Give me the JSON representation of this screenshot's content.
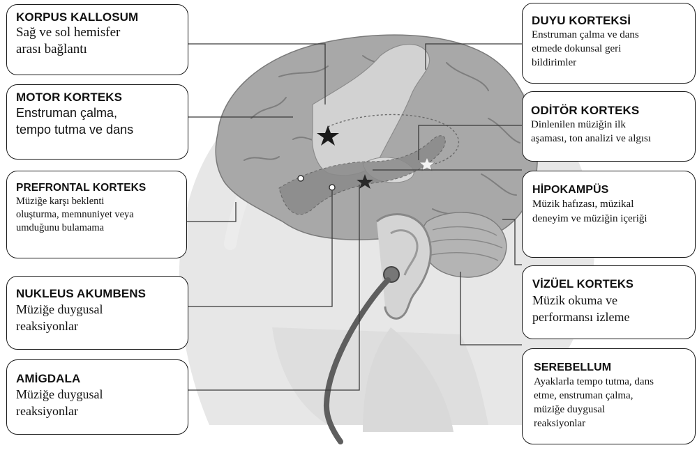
{
  "diagram": {
    "boxes": {
      "korpus_kallosum": {
        "title": "KORPUS KALLOSUM",
        "desc": "Sağ ve sol hemisfer\narası bağlantı"
      },
      "motor_korteks": {
        "title": "MOTOR KORTEKS",
        "desc": "Enstruman çalma,\ntempo tutma ve dans"
      },
      "prefrontal_korteks": {
        "title": "PREFRONTAL KORTEKS",
        "desc": "Müziğe karşı beklenti\noluşturma, memnuniyet veya\numduğunu bulamama"
      },
      "nukleus_akumbens": {
        "title": "NUKLEUS AKUMBENS",
        "desc": "Müziğe duygusal\nreaksiyonlar"
      },
      "amigdala": {
        "title": "AMİGDALA",
        "desc": "Müziğe duygusal\nreaksiyonlar"
      },
      "duyu_korteksi": {
        "title": "DUYU KORTEKSİ",
        "desc": "Enstruman çalma ve dans\netmede dokunsal geri\nbildirimler"
      },
      "oditor_korteks": {
        "title": "ODİTÖR KORTEKS",
        "desc": "Dinlenilen müziğin ilk\naşaması, ton analizi ve algısı"
      },
      "hipokampus": {
        "title": "HİPOKAMPÜS",
        "desc": "Müzik hafızası, müzikal\ndeneyim ve müziğin içeriği"
      },
      "vizuel_korteks": {
        "title": "VİZÜEL KORTEKS",
        "desc": "Müzik okuma ve\nperformansı izleme"
      },
      "serebellum": {
        "title": "SEREBELLUM",
        "desc": "Ayaklarla tempo tutma, dans\netme, enstruman çalma,\nmüziğe duygusal\nreaksiyonlar"
      }
    },
    "colors": {
      "box_border": "#1a1a1a",
      "head_silhouette": "#e4e4e4",
      "brain_lobe": "#a8a8a8",
      "brain_light_region": "#cfcfcf",
      "band_region": "#8a8a8a",
      "cerebellum": "#b4b4b4",
      "leader_line": "#3a3a3a",
      "star": "#1a1a1a"
    }
  }
}
